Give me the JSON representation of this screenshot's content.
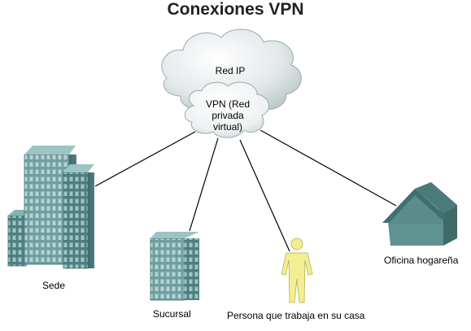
{
  "title": "Conexiones VPN",
  "cloud_outer_label": "Red IP",
  "cloud_inner_label_lines": [
    "VPN (Red",
    "privada",
    "virtual)"
  ],
  "nodes": {
    "headquarters": "Sede",
    "branch": "Sucursal",
    "teleworker": "Persona que trabaja en su casa",
    "home_office": "Oficina hogareña"
  },
  "colors": {
    "cloud_outer": "#dfe4e6",
    "cloud_inner": "#eef1f2",
    "building": "#6b9c9c",
    "building_dark": "#3f6f70",
    "house": "#5a8c8a",
    "person": "#f3ee92",
    "link": "#000000"
  }
}
